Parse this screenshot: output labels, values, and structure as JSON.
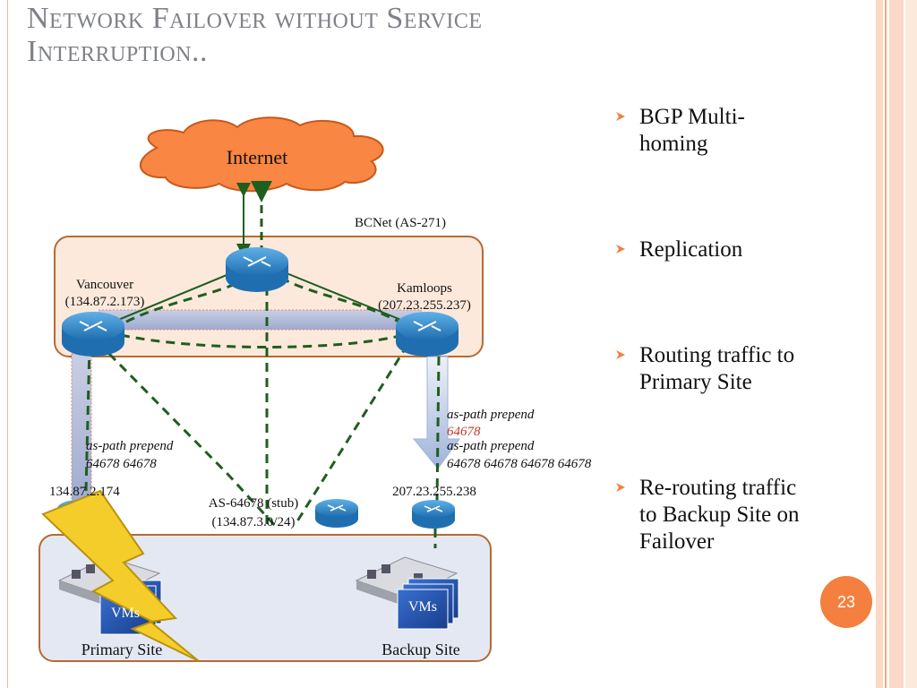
{
  "slide": {
    "title_line1": "Network Failover without Service",
    "title_line2": "Interruption..",
    "page_number": "23"
  },
  "bullets": [
    {
      "text": "BGP Multi-homing",
      "lines": [
        "BGP Multi-",
        "homing"
      ]
    },
    {
      "text": "Replication",
      "lines": [
        "Replication"
      ]
    },
    {
      "text": "Routing traffic to Primary Site",
      "lines": [
        "Routing traffic to",
        "Primary Site"
      ]
    },
    {
      "text": "Re-routing traffic to Backup Site on Failover",
      "lines": [
        "Re-routing traffic",
        "to Backup Site on",
        "Failover"
      ]
    }
  ],
  "diagram": {
    "internet": "Internet",
    "bcnet": "BCNet (AS-271)",
    "vancouver": {
      "name": "Vancouver",
      "ip": "(134.87.2.173)"
    },
    "kamloops": {
      "name": "Kamloops",
      "ip": "(207.23.255.237)"
    },
    "as_path_right_1": {
      "line1": "as-path prepend",
      "line2": "64678"
    },
    "as_path_right_2": {
      "line1": "as-path prepend",
      "line2": "64678 64678 64678 64678"
    },
    "as_path_left": {
      "line1": "as-path prepend",
      "line2": "64678 64678"
    },
    "primary_router_ip": "134.87.2.174",
    "stub": {
      "line1": "AS-64678 (stub)",
      "line2": "(134.87.3.0/24)"
    },
    "backup_router_ip": "207.23.255.238",
    "vms_label": "VMs",
    "primary_site": "Primary Site",
    "backup_site": "Backup Site"
  },
  "colors": {
    "title": "#7f8188",
    "accent_orange": "#f47f3e",
    "stripe_light": "#fbd9c6",
    "cloud": "#f98642",
    "bcnet_box": "#fde9dc",
    "site_box": "#e4e8f3",
    "link_green": "#1f5e1f",
    "router_blue": "#3a8fd0",
    "vm_blue": "#1f4fa6",
    "lightning": "#f4cd2a",
    "prepend_red": "#c0392b"
  },
  "icons": [
    "router-icon",
    "cloud-icon",
    "lightning-icon",
    "datacenter-icon",
    "bullet-arrow-icon"
  ]
}
